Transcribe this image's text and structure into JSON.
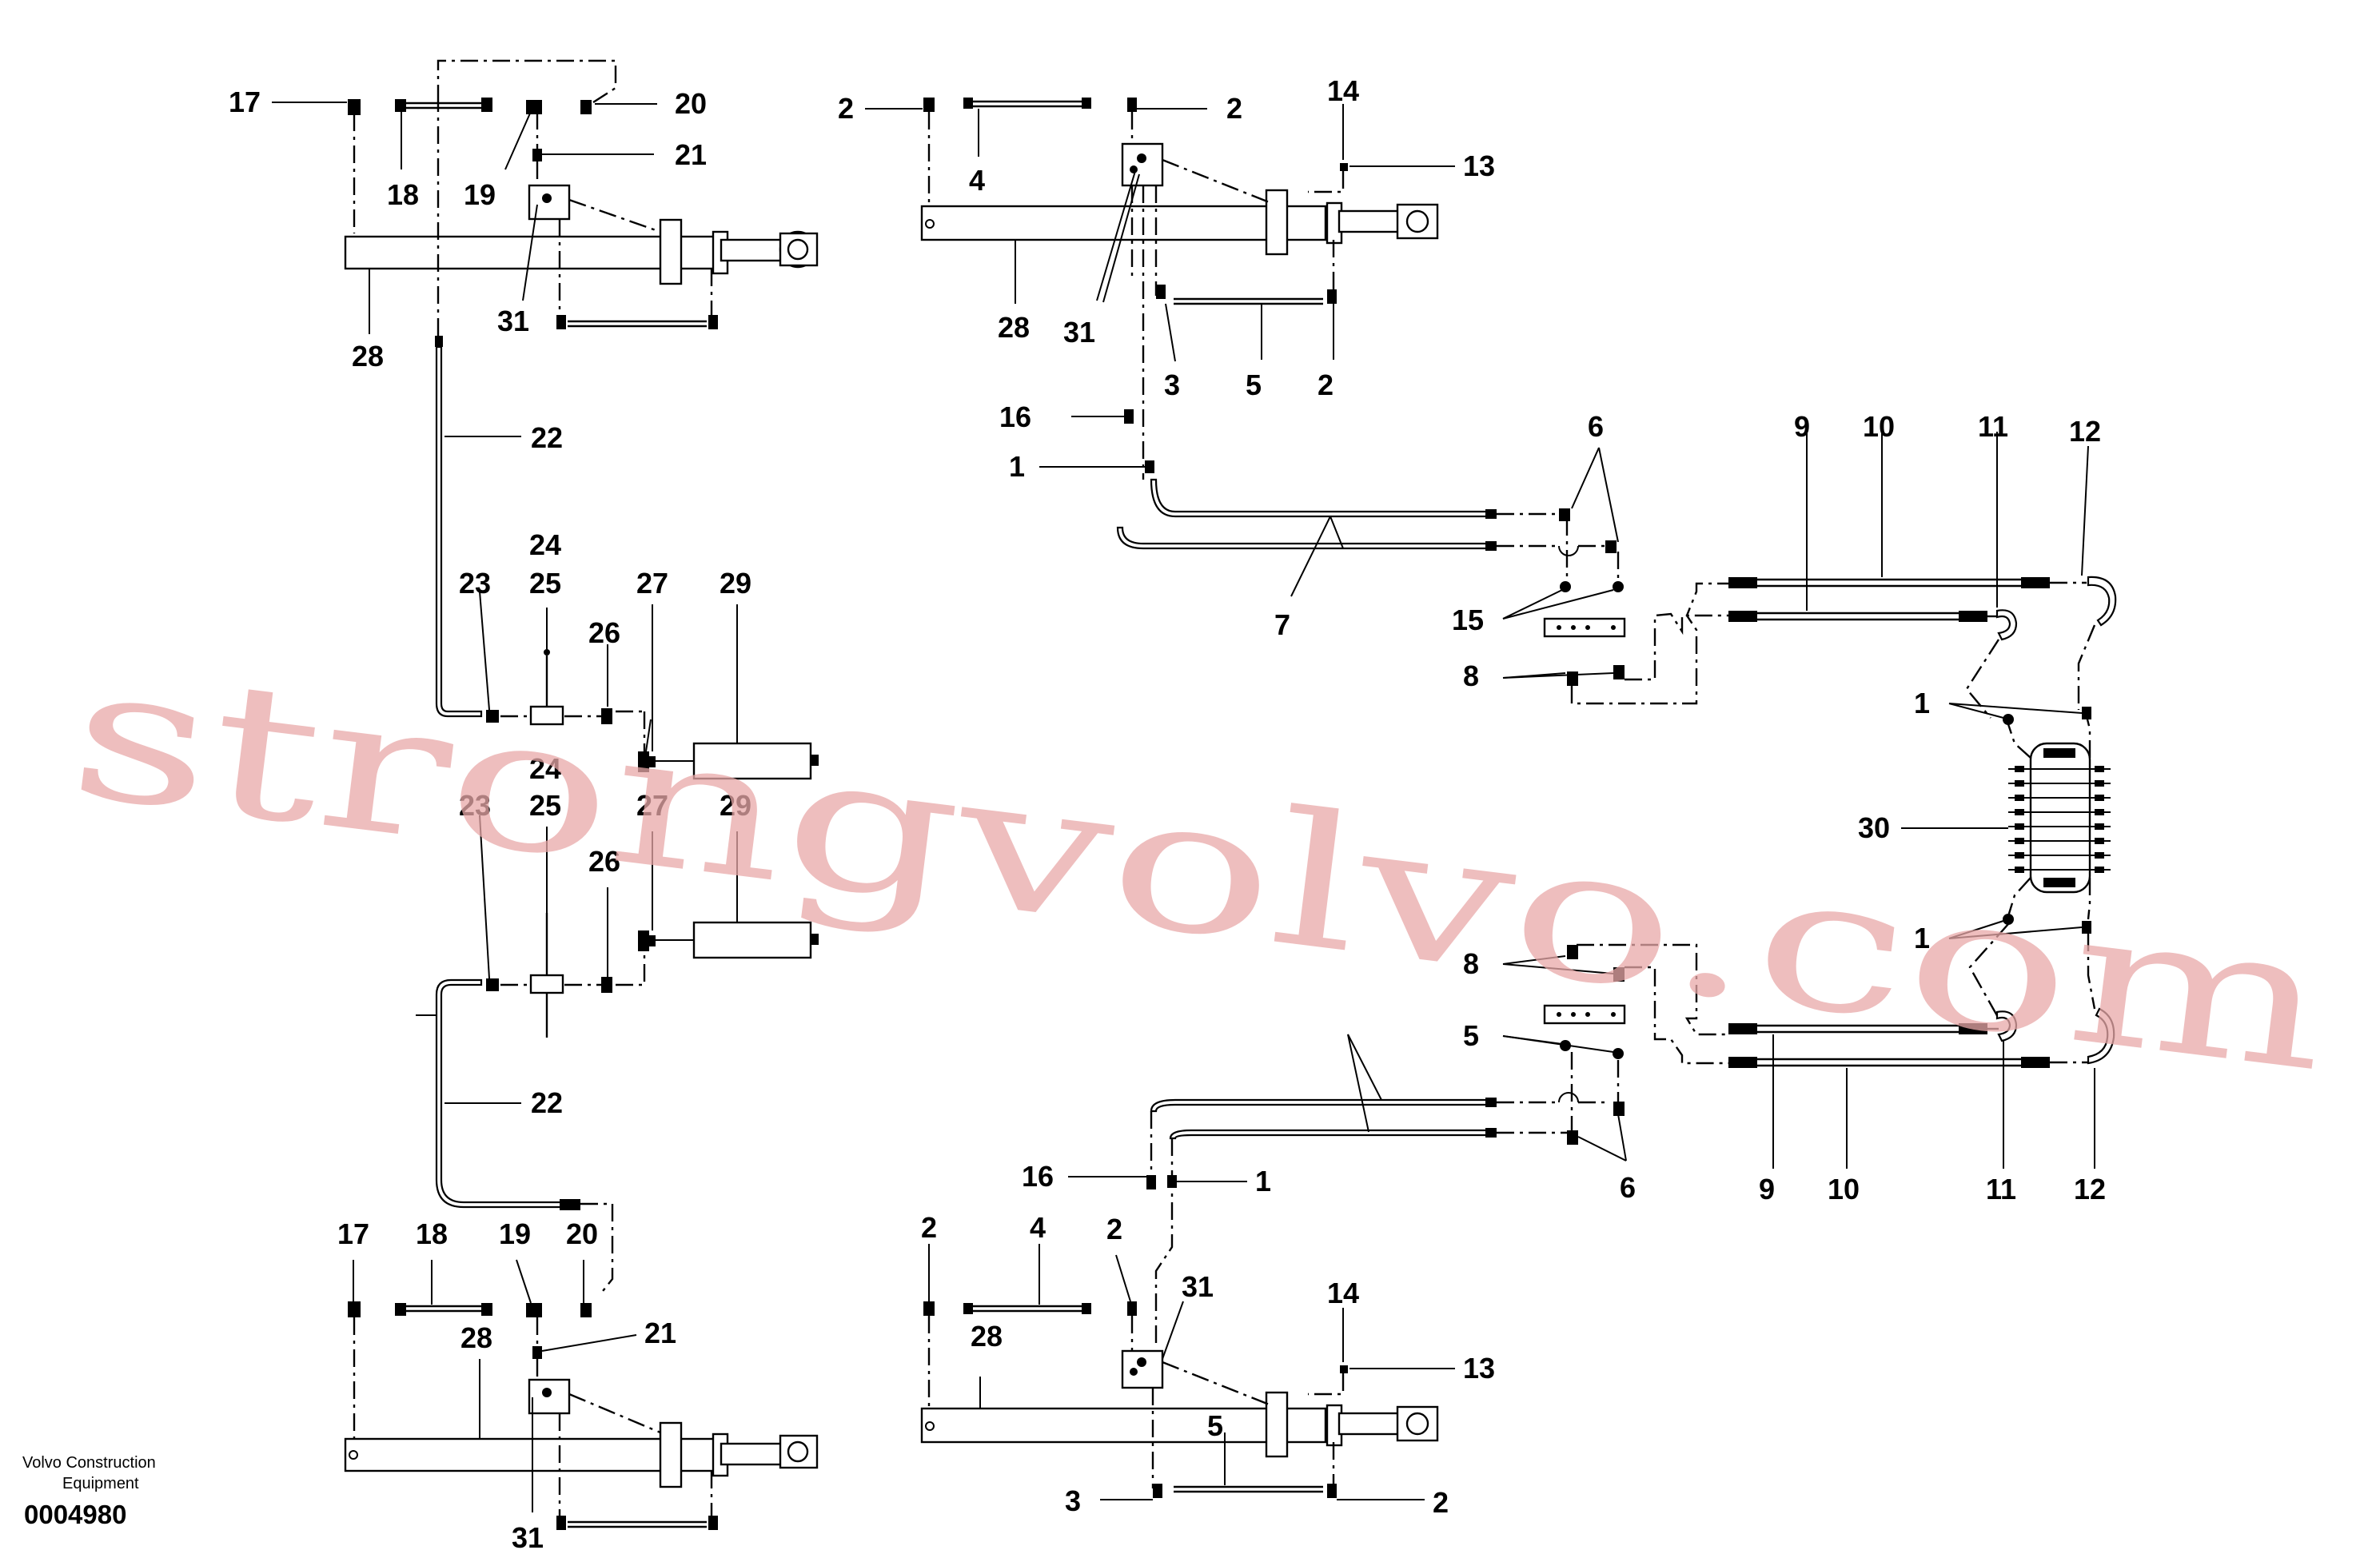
{
  "caption": {
    "line1": "Volvo Construction",
    "line2": "Equipment",
    "doc_number": "0004980"
  },
  "watermark": "strongvolvo.com",
  "callouts": {
    "tl": [
      "17",
      "18",
      "19",
      "20",
      "21",
      "31",
      "28"
    ],
    "tr": [
      "2",
      "2",
      "4",
      "14",
      "13",
      "28",
      "31",
      "3",
      "5",
      "2",
      "16",
      "1"
    ],
    "mid": [
      "22",
      "24",
      "25",
      "23",
      "27",
      "29",
      "26",
      "24",
      "25",
      "23",
      "27",
      "29",
      "26",
      "22"
    ],
    "right_top": [
      "6",
      "7",
      "15",
      "8",
      "9",
      "10",
      "11",
      "12",
      "1",
      "30",
      "1"
    ],
    "right_bottom": [
      "8",
      "5",
      "6",
      "9",
      "10",
      "11",
      "12",
      "1",
      "16"
    ],
    "bl": [
      "17",
      "18",
      "19",
      "20",
      "21",
      "28",
      "31"
    ],
    "br": [
      "2",
      "4",
      "2",
      "31",
      "28",
      "14",
      "13",
      "5",
      "3",
      "2"
    ]
  },
  "colors": {
    "ink": "#000000",
    "watermark": "#e8a8a8"
  }
}
